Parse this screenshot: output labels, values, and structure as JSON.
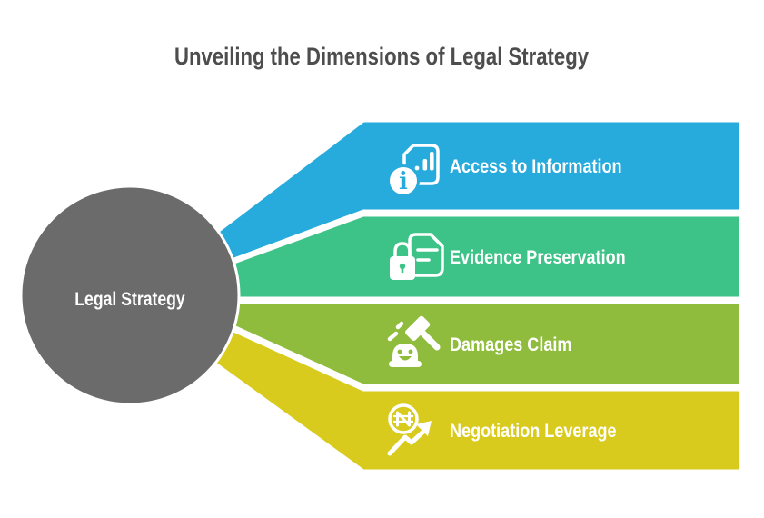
{
  "title": {
    "text": "Unveiling the Dimensions of Legal Strategy",
    "color": "#4D4D4D"
  },
  "center": {
    "label": "Legal Strategy",
    "fill": "#6B6B6B",
    "text_color": "#FFFFFF"
  },
  "separator_color": "#FFFFFF",
  "bands": [
    {
      "label": "Access to Information",
      "color": "#27ABDC",
      "icon": "document-bar-chart-info-icon"
    },
    {
      "label": "Evidence Preservation",
      "color": "#3DC287",
      "icon": "locked-document-icon"
    },
    {
      "label": "Damages Claim",
      "color": "#8FBC3C",
      "icon": "gavel-strike-icon"
    },
    {
      "label": "Negotiation Leverage",
      "color": "#D9CB1D",
      "icon": "naira-growth-arrow-icon"
    }
  ]
}
